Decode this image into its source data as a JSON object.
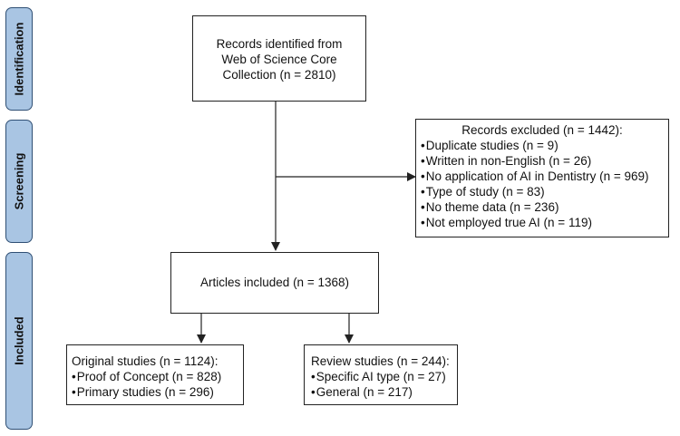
{
  "phases": {
    "identification": "Identification",
    "screening": "Screening",
    "included": "Included"
  },
  "records_identified": {
    "line1": "Records identified from",
    "line2": "Web of Science Core",
    "line3": "Collection (n = 2810)"
  },
  "records_excluded": {
    "title": "Records excluded (n = 1442):",
    "items": [
      "Duplicate studies (n = 9)",
      "Written in non-English (n = 26)",
      "No application of AI in Dentistry (n = 969)",
      "Type of study (n = 83)",
      "No theme data (n = 236)",
      "Not employed true AI (n = 119)"
    ]
  },
  "articles_included": "Articles included (n = 1368)",
  "original_studies": {
    "title": "Original studies (n = 1124):",
    "items": [
      "Proof of Concept (n = 828)",
      "Primary studies (n = 296)"
    ]
  },
  "review_studies": {
    "title": "Review studies (n = 244):",
    "items": [
      "Specific AI type (n = 27)",
      "General (n = 217)"
    ]
  },
  "colors": {
    "phase_fill": "#a9c5e3",
    "phase_border": "#2f4f74",
    "line": "#222222"
  }
}
